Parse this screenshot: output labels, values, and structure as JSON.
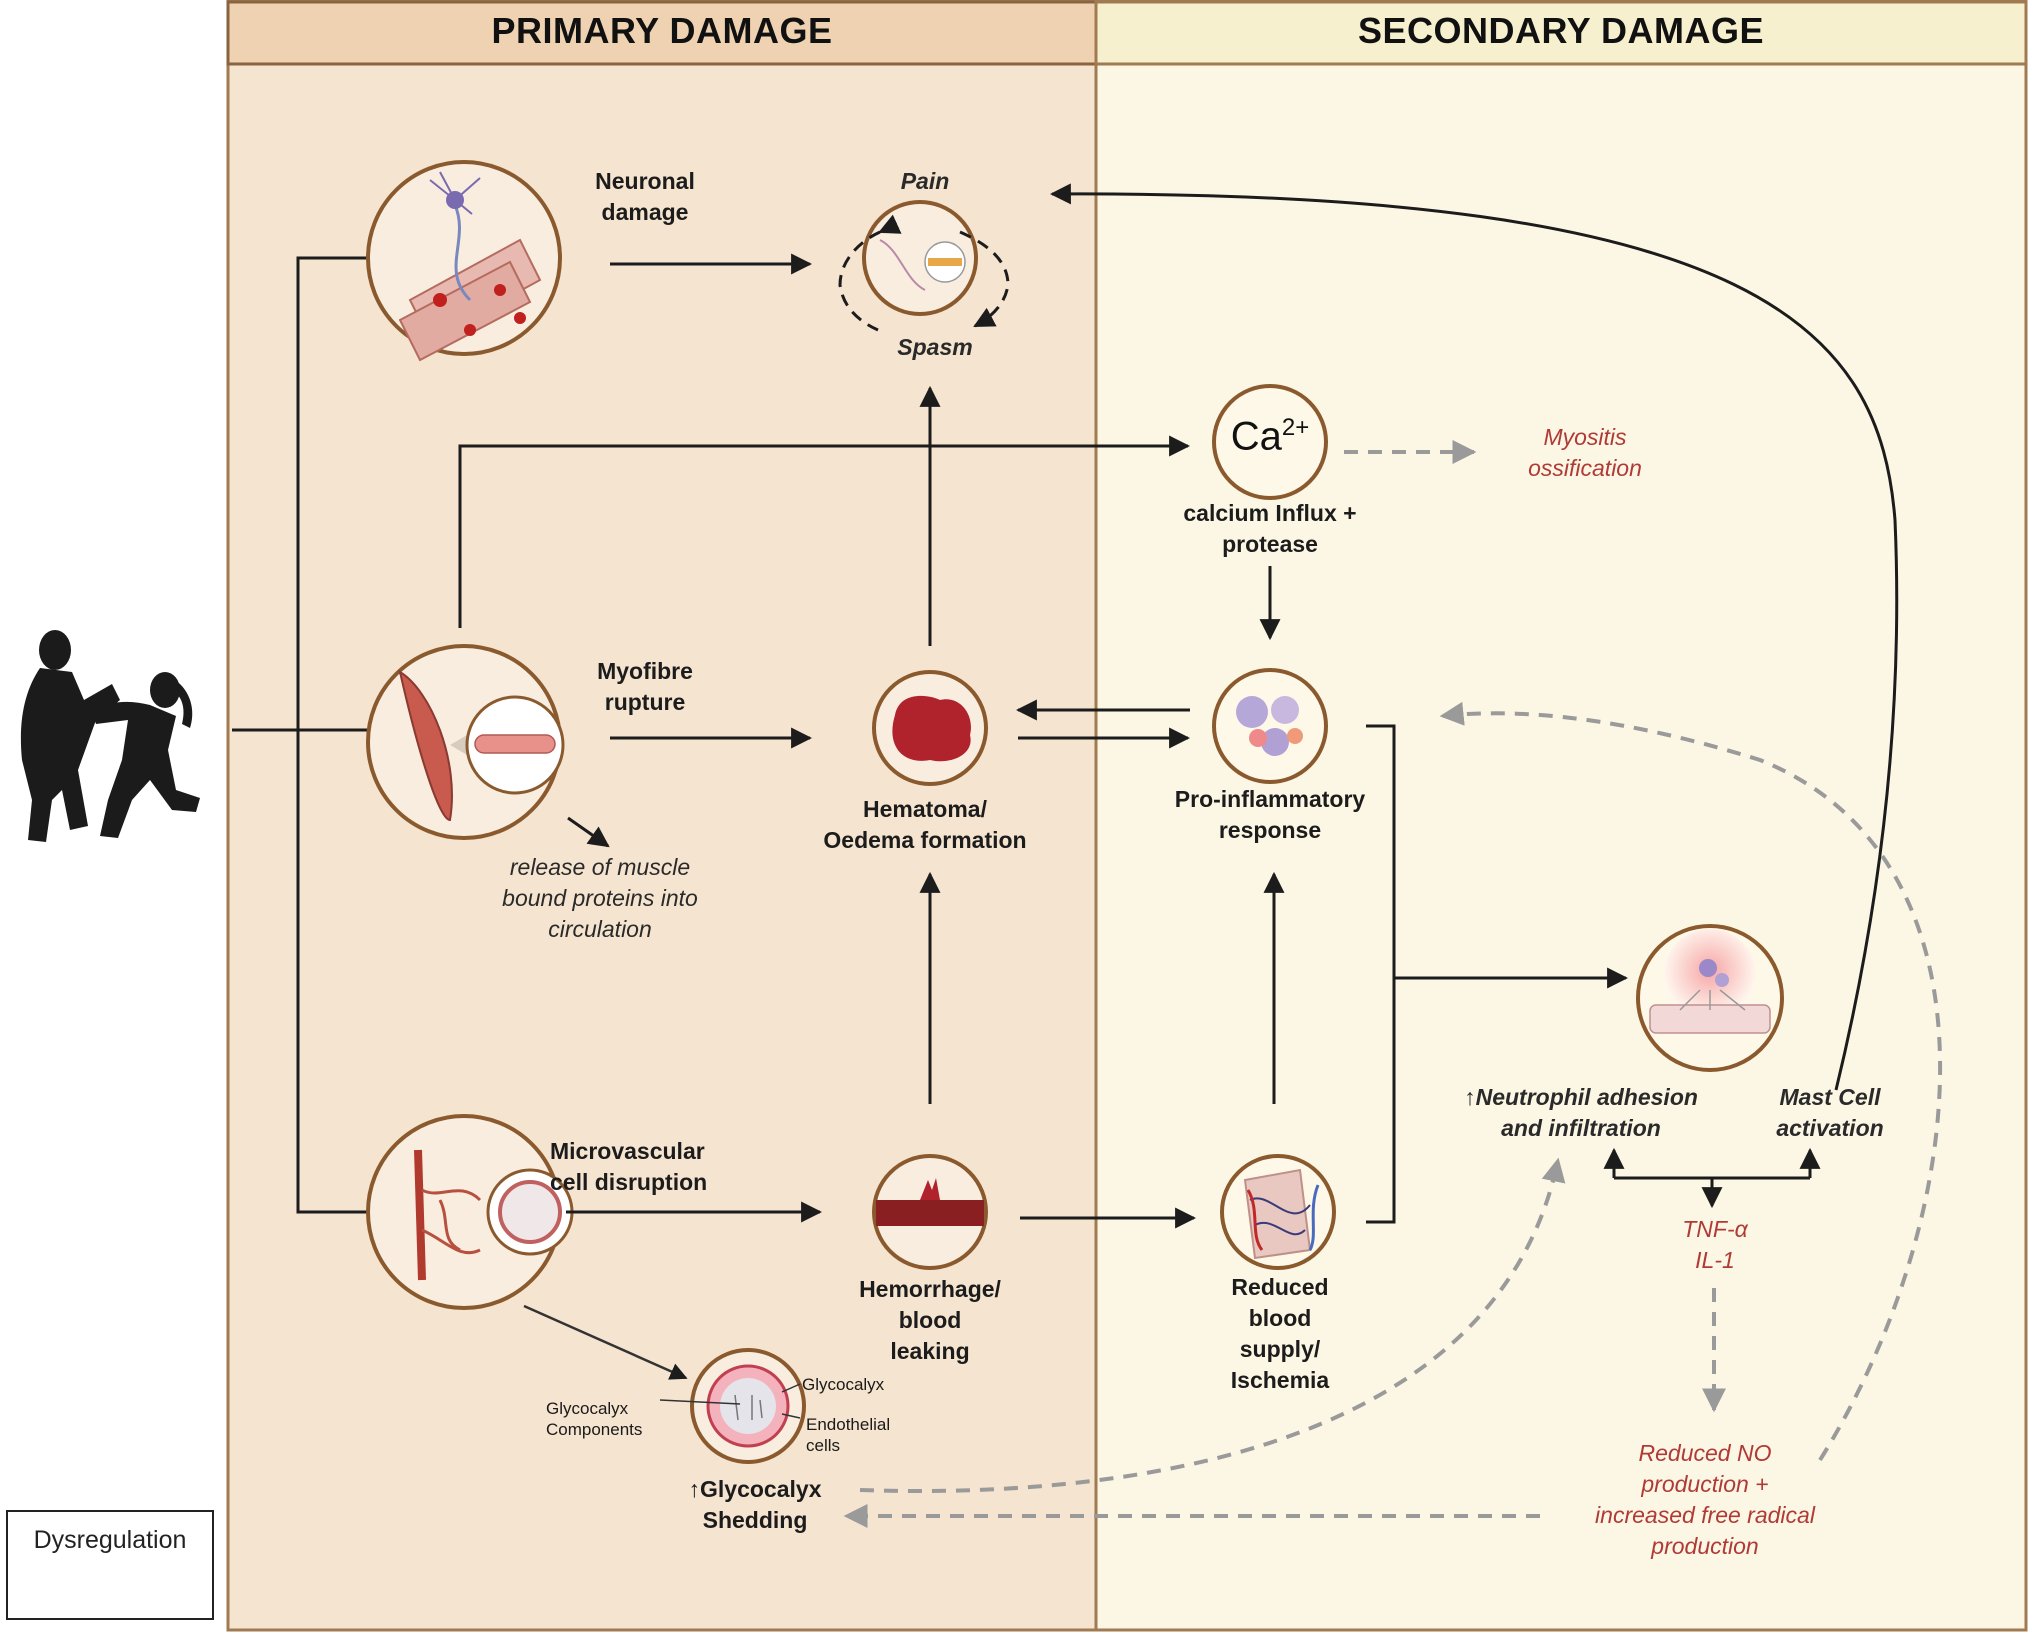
{
  "panels": {
    "primary_title": "PRIMARY DAMAGE",
    "secondary_title": "SECONDARY DAMAGE"
  },
  "nodes": {
    "neuronal_damage": "Neuronal\ndamage",
    "pain": "Pain",
    "spasm": "Spasm",
    "myofibre_rupture": "Myofibre\nrupture",
    "release_proteins": "release of muscle\nbound proteins into\ncirculation",
    "hematoma": "Hematoma/\nOedema formation",
    "microvascular": "Microvascular\ncell disruption",
    "hemorrhage": "Hemorrhage/\nblood\nleaking",
    "glycocalyx_shedding": "↑Glycocalyx\nShedding",
    "glycocalyx_label": "Glycocalyx",
    "glycocalyx_components": "Glycocalyx\nComponents",
    "endothelial_cells": "Endothelial\ncells",
    "calcium_symbol": "Ca",
    "calcium_charge": "2+",
    "calcium_influx": "calcium Influx +\nprotease",
    "myositis": "Myositis\nossification",
    "proinflammatory": "Pro-inflammatory\nresponse",
    "reduced_blood": "Reduced\nblood\nsupply/\nIschemia",
    "neutrophil": "↑Neutrophil adhesion\nand infiltration",
    "mast_cell": "Mast Cell\nactivation",
    "tnf": "TNF-α\nIL-1",
    "reduced_no": "Reduced NO\nproduction +\nincreased free radical\nproduction"
  },
  "legend": {
    "label": "Dysregulation"
  },
  "colors": {
    "primary_bg": "#f5e4cf",
    "primary_header": "#efd2b1",
    "secondary_bg": "#fcf6e4",
    "secondary_header": "#f6f0cf",
    "panel_border": "#a07a50",
    "dashed_arrow": "#9a9a9a",
    "red_text": "#b03a36",
    "circle_border": "#8a5a2e"
  }
}
